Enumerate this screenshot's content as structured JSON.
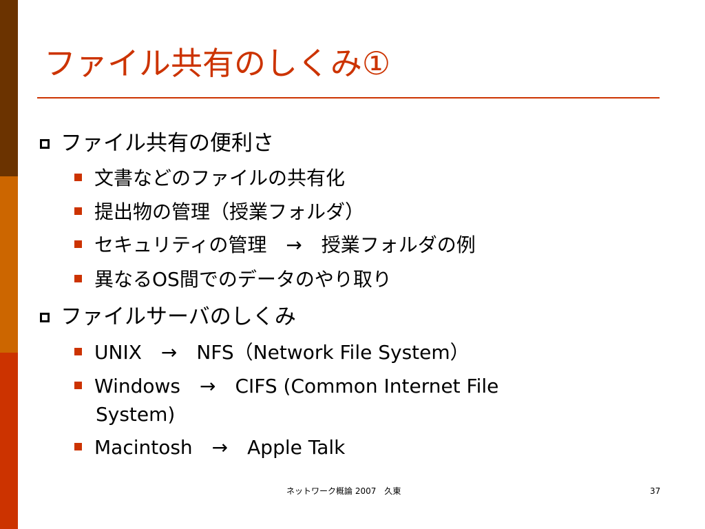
{
  "colors": {
    "accent": "#CC3300",
    "bar_top": "#6B3300",
    "bar_middle": "#CC6600",
    "bar_bottom": "#CC3300"
  },
  "title": "ファイル共有のしくみ①",
  "sections": [
    {
      "heading": "ファイル共有の便利さ",
      "items": [
        "文書などのファイルの共有化",
        "提出物の管理（授業フォルダ）",
        "セキュリティの管理　→　授業フォルダの例",
        "異なるOS間でのデータのやり取り"
      ]
    },
    {
      "heading": "ファイルサーバのしくみ",
      "items": [
        "UNIX　→　NFS（Network File System）",
        "Windows　→　CIFS (Common Internet File",
        "System)",
        "Macintosh　→　Apple Talk"
      ]
    }
  ],
  "footer": {
    "center": "ネットワーク概論 2007　久東",
    "page_number": "37"
  }
}
